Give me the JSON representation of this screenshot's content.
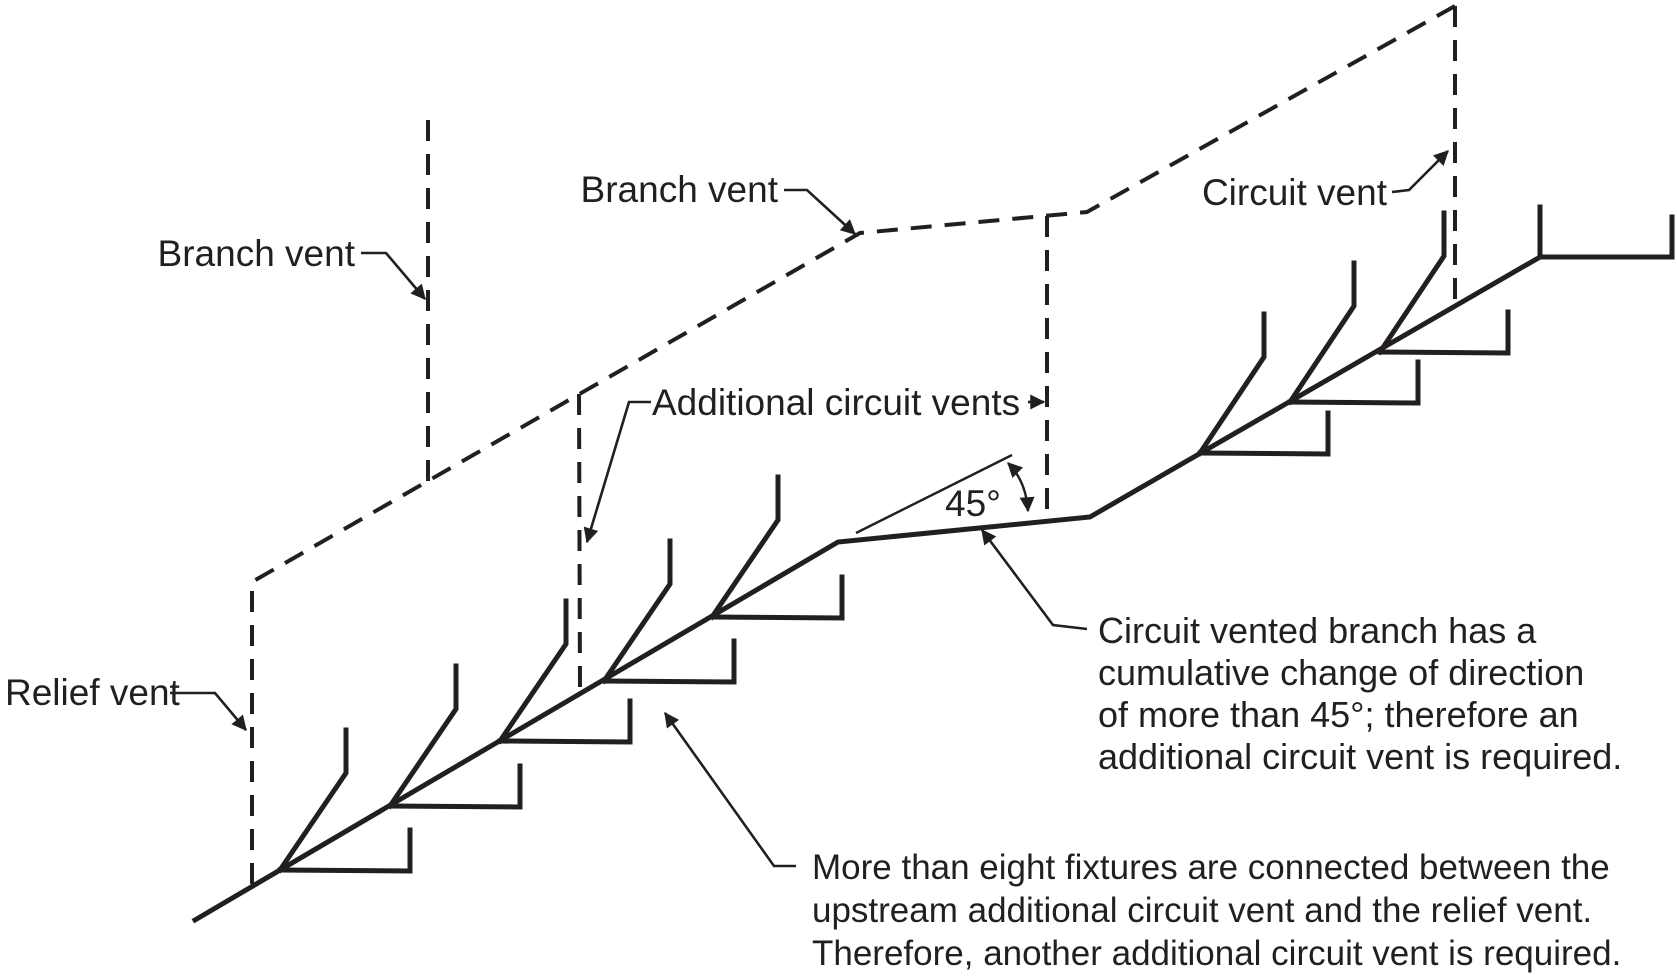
{
  "figure": {
    "type": "isometric-plumbing-venting-diagram",
    "background_color": "#ffffff",
    "line_color": "#231f20"
  },
  "labels": {
    "branch_vent_left": "Branch vent",
    "branch_vent_middle": "Branch vent",
    "circuit_vent": "Circuit vent",
    "additional_circuit_vents": "Additional circuit vents",
    "relief_vent": "Relief vent",
    "angle": "45°"
  },
  "notes": {
    "direction_change": {
      "lines": [
        "Circuit vented branch has a",
        "cumulative change of direction",
        "of more than 45°; therefore an",
        "additional circuit vent is required."
      ]
    },
    "fixture_count": {
      "lines": [
        "More than eight fixtures are connected between the",
        "upstream additional circuit vent and the relief vent.",
        "Therefore, another additional circuit vent is required."
      ]
    }
  }
}
